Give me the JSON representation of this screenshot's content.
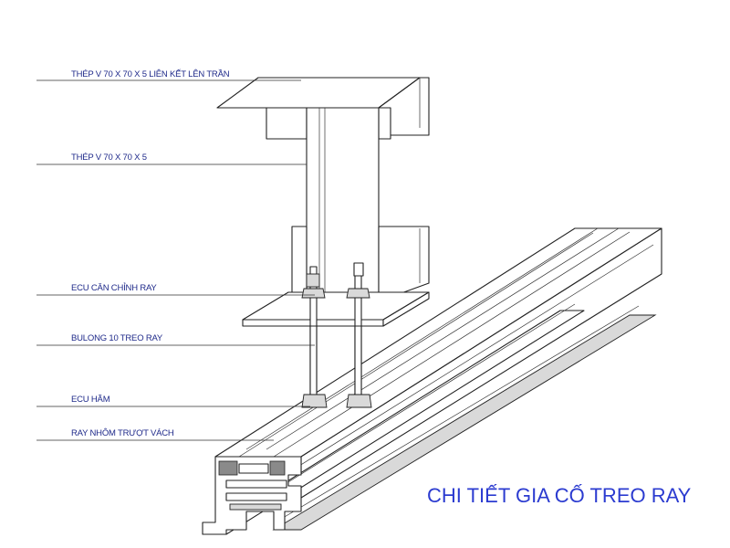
{
  "diagram": {
    "title": "CHI TIẾT GIA CỐ TREO RAY",
    "title_color": "#2b3bd0",
    "label_color": "#1f2a8a",
    "labels": [
      {
        "name": "label-angle-steel-ceiling",
        "text": "THÉP V 70 X 70 X 5 LIÊN KẾT LÊN TRẦN"
      },
      {
        "name": "label-angle-steel",
        "text": "THÉP V 70 X 70 X 5"
      },
      {
        "name": "label-rail-adjust-nut",
        "text": "ECU CĂN CHỈNH RAY"
      },
      {
        "name": "label-hanger-bolt",
        "text": "BULONG 10 TREO RAY"
      },
      {
        "name": "label-lock-nut",
        "text": "ECU HÃM"
      },
      {
        "name": "label-aluminum-rail",
        "text": "RAY NHÔM TRƯỢT VÁCH"
      }
    ]
  }
}
